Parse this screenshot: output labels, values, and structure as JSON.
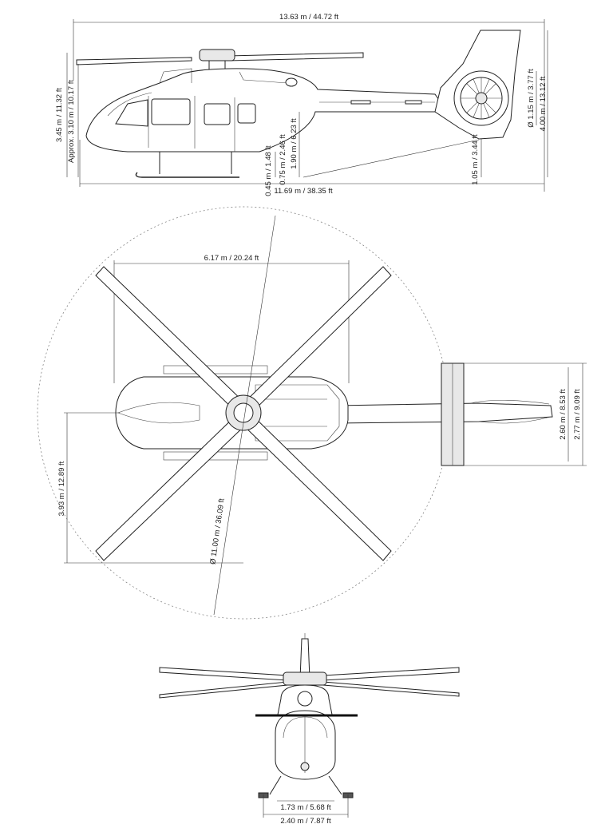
{
  "side_view": {
    "overall_length": "13.63 m / 44.72 ft",
    "fuselage_length": "11.69 m / 38.35 ft",
    "height_overall": "3.45 m / 11.32 ft",
    "height_approx": "Approx. 3.10 m / 10.17 ft",
    "tail_height": "4.00 m / 13.12 ft",
    "fenestron_diameter": "Ø 1.15 m / 3.77 ft",
    "tail_ground_clearance": "1.05 m / 3.44 ft",
    "boom_height": "1.90 m / 6.23 ft",
    "skid_height_a": "0.45 m / 1.48 ft",
    "skid_height_b": "0.75 m / 2.46 ft"
  },
  "top_view": {
    "rotor_width": "6.17 m / 20.24 ft",
    "rotor_diameter": "Ø 11.00 m / 36.09 ft",
    "nose_to_hub": "3.93 m / 12.89 ft",
    "stabilizer_span_a": "2.60 m / 8.53 ft",
    "stabilizer_span_b": "2.77 m / 9.09 ft"
  },
  "front_view": {
    "skid_inner_width": "1.73 m / 5.68 ft",
    "skid_outer_width": "2.40 m / 7.87 ft"
  }
}
